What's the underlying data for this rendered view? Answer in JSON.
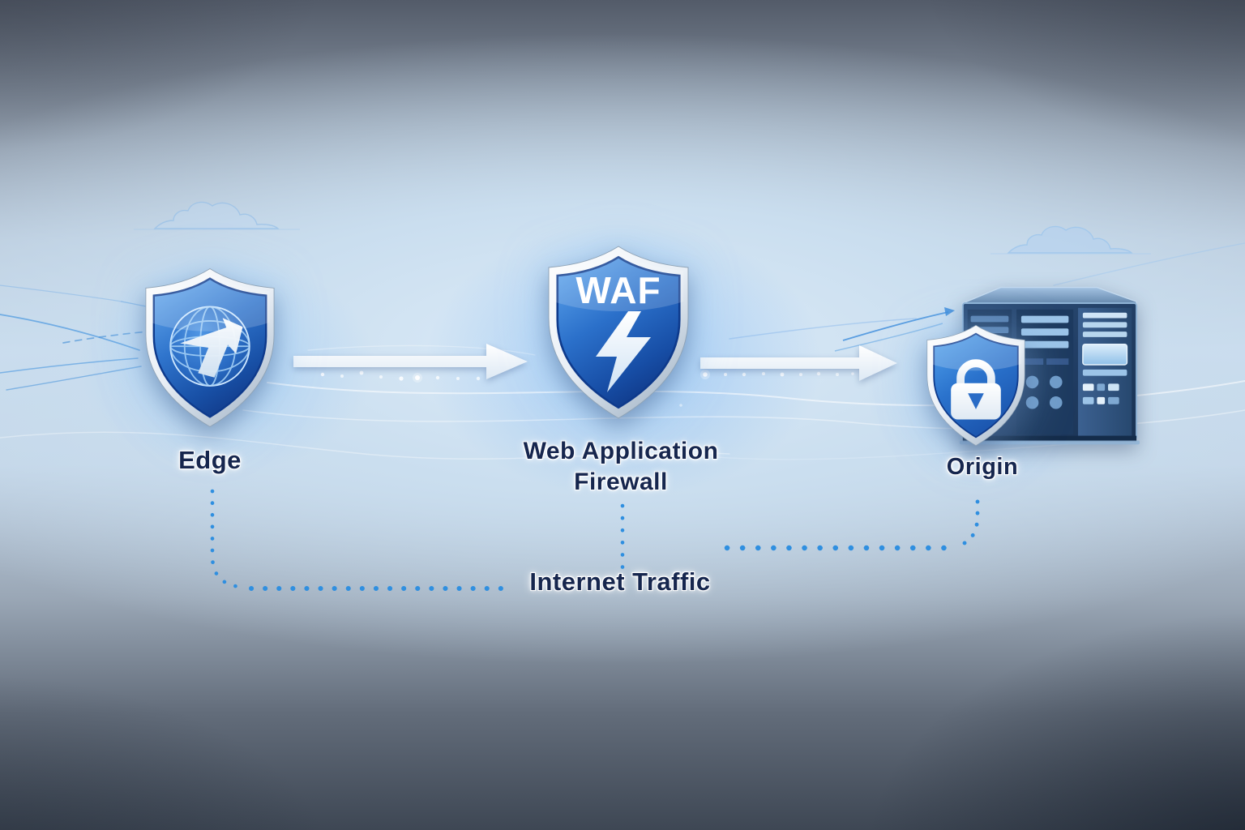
{
  "nodes": {
    "edge": {
      "label": "Edge"
    },
    "waf": {
      "badge": "WAF",
      "label_line1": "Web Application",
      "label_line2": "Firewall"
    },
    "origin": {
      "label": "Origin"
    }
  },
  "flow": {
    "label": "Internet Traffic"
  },
  "icons": {
    "edge": "globe-arrow-icon",
    "waf": "lightning-bolt-icon",
    "origin": "padlock-icon",
    "origin_backdrop": "server-rack-icon",
    "decor": [
      "cloud-icon-left",
      "cloud-icon-right",
      "flow-arrow-right",
      "dotted-traffic-line"
    ]
  },
  "colors": {
    "shield_blue_light": "#66aaee",
    "shield_blue_dark": "#123c8c",
    "shield_rim": "#e9eff6",
    "arrow": "#ffffff",
    "dotted_line": "#2f8fe0",
    "label_text": "#16264e",
    "background_center": "#cadeef",
    "background_corner": "#3e4754",
    "server_body": "#1d3a5f"
  }
}
